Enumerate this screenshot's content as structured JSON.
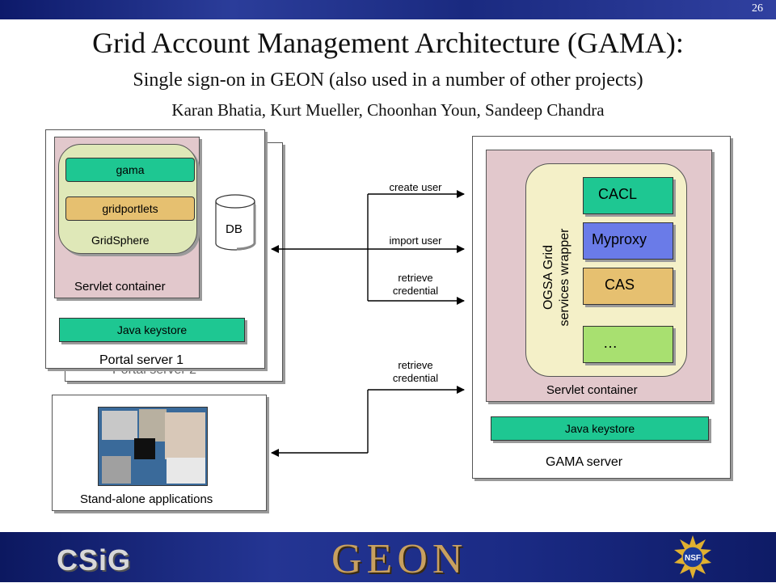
{
  "slide_number": "26",
  "title": "Grid Account Management Architecture (GAMA):",
  "subtitle": "Single sign-on in GEON (also used in a number of other projects)",
  "authors": "Karan Bhatia, Kurt Mueller, Choonhan Youn, Sandeep Chandra",
  "portal": {
    "server1_label": "Portal server 1",
    "server2_label": "Portal server 2",
    "servlet_label": "Servlet container",
    "gridsphere_label": "GridSphere",
    "gama_label": "gama",
    "gridportlets_label": "gridportlets",
    "db_label": "DB",
    "keystore_label": "Java keystore"
  },
  "standalone": {
    "label": "Stand-alone applications"
  },
  "gama_server": {
    "label": "GAMA server",
    "servlet_label": "Servlet container",
    "wrapper_label_line1": "OGSA Grid",
    "wrapper_label_line2": "services wrapper",
    "cacl_label": "CACL",
    "myproxy_label": "Myproxy",
    "cas_label": "CAS",
    "more_label": "…",
    "keystore_label": "Java keystore"
  },
  "arrows": {
    "create_user": "create user",
    "import_user": "import user",
    "retrieve_credential_1a": "retrieve",
    "retrieve_credential_1b": "credential",
    "retrieve_credential_2a": "retrieve",
    "retrieve_credential_2b": "credential"
  },
  "footer": {
    "csig_logo": "CSiG",
    "geon_logo": "GEON",
    "nsf_logo": "NSF"
  },
  "colors": {
    "teal": "#1ec792",
    "tan": "#e6c070",
    "blue": "#6a7be8",
    "green": "#a8e070",
    "servlet": "#e2c8cc",
    "gridsphere": "#dfe8b8",
    "wrapper": "#f4f0c8"
  }
}
